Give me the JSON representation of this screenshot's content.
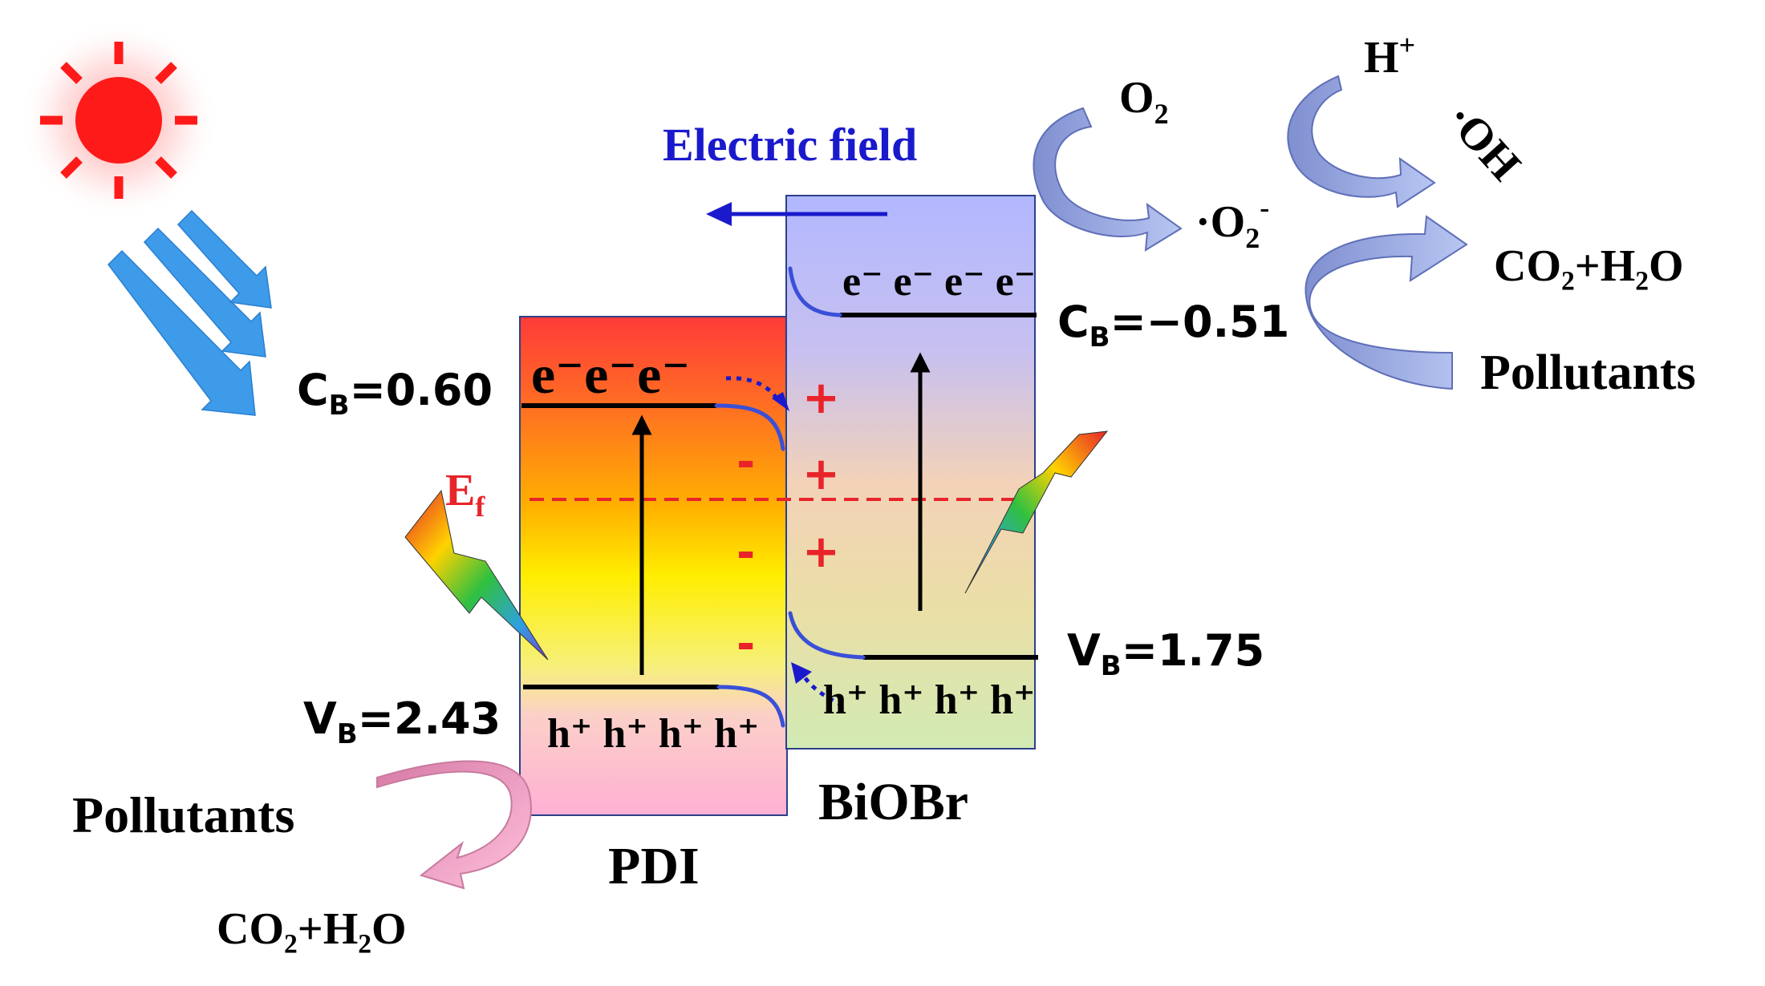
{
  "labels": {
    "electric_field": "Electric field",
    "o2": "O",
    "o2_sub": "2",
    "h_plus": "H",
    "h_plus_sup": "+",
    "superoxide": "·O",
    "superoxide_sub": "2",
    "superoxide_sup": "-",
    "hydroxyl": "·OH",
    "co2_h2o_right": "CO₂+H₂O",
    "pollutants_right": "Pollutants",
    "cb_biobr_prefix": "C",
    "cb_biobr_sub": "B",
    "cb_biobr_value": "=−0.51",
    "cb_pdi_prefix": "C",
    "cb_pdi_sub": "B",
    "cb_pdi_value": "=0.60",
    "vb_biobr_prefix": "V",
    "vb_biobr_sub": "B",
    "vb_biobr_value": "=1.75",
    "vb_pdi_prefix": "V",
    "vb_pdi_sub": "B",
    "vb_pdi_value": "=2.43",
    "ef": "E",
    "ef_sub": "f",
    "electrons_pdi": "e⁻e⁻e⁻",
    "electrons_biobr": "e⁻ e⁻ e⁻ e⁻",
    "holes_pdi": "h⁺ h⁺ h⁺ h⁺",
    "holes_biobr": "h⁺ h⁺ h⁺ h⁺",
    "pdi": "PDI",
    "biobr": "BiOBr",
    "pollutants_left": "Pollutants",
    "co2_h2o_left": "CO₂+H₂O",
    "plus": "+",
    "minus": "-"
  },
  "colors": {
    "sun": "#ff1a1a",
    "light_ray": "#3d9be9",
    "electric_field_text": "#1a1acc",
    "ef_line": "#e8242a",
    "charge": "#e8242a",
    "band_bend": "#3a4fd8",
    "swoosh_blue": "#8f9fd8",
    "swoosh_pink": "#e0a0c0"
  }
}
